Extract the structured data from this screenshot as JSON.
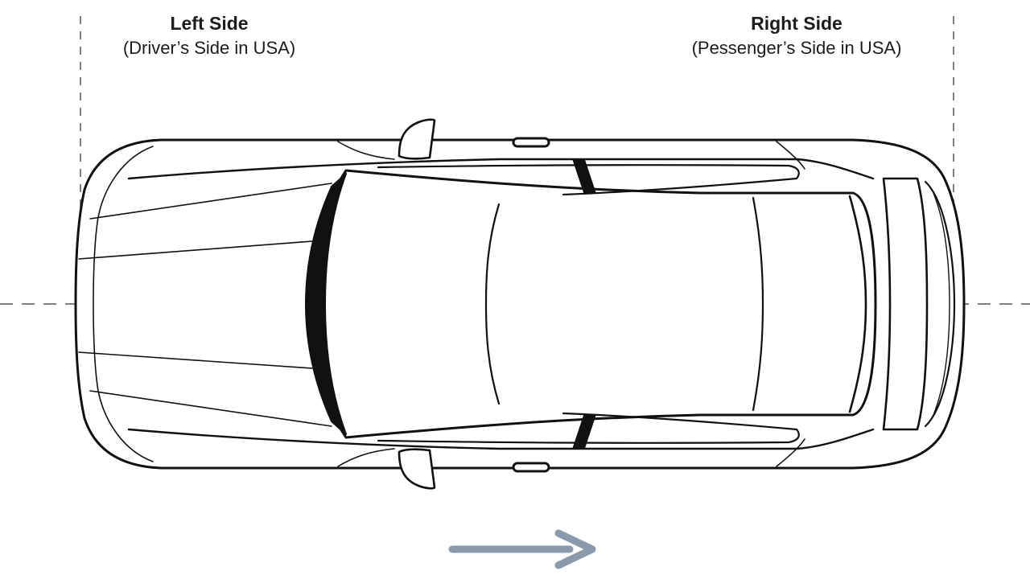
{
  "labels": {
    "left": {
      "heading": "Left Side",
      "sub": "(Driver’s Side in USA)"
    },
    "right": {
      "heading": "Right Side",
      "sub": "(Pessenger’s Side in USA)"
    }
  },
  "colors": {
    "outline": "#111111",
    "guide": "#555555",
    "arrow": "#8a9aaa",
    "text": "#1c1c1c"
  },
  "icons": {
    "direction": "arrow-right-icon"
  }
}
